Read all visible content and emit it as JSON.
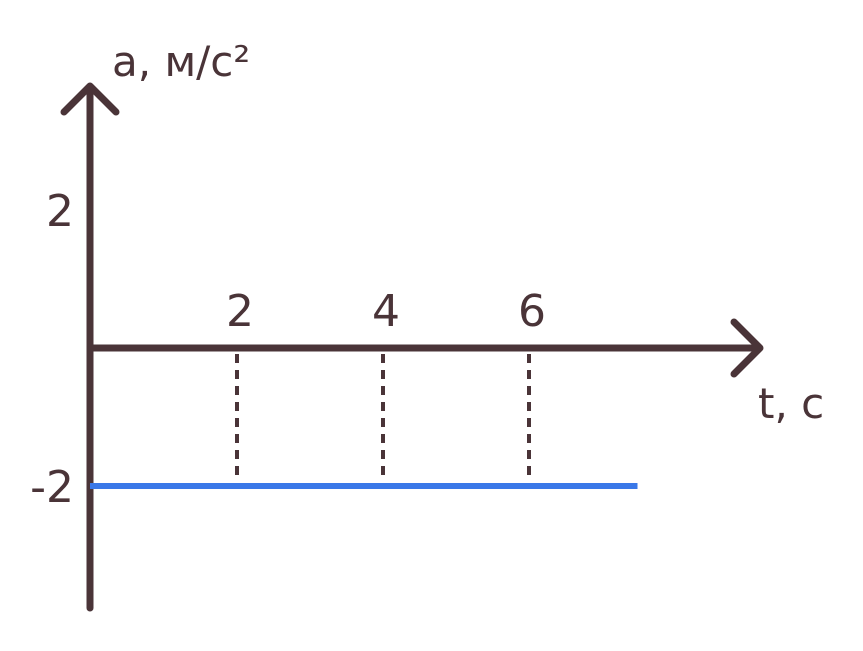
{
  "chart_data": {
    "type": "line",
    "xlabel": "t, c",
    "ylabel": "a, м/с²",
    "x_ticks": [
      "2",
      "4",
      "6"
    ],
    "y_ticks": [
      "2",
      "-2"
    ],
    "x_tick_values": [
      2,
      4,
      6
    ],
    "y_tick_values": [
      2,
      -2
    ],
    "series": [
      {
        "x": [
          0,
          7.5
        ],
        "y": [
          -2,
          -2
        ]
      }
    ],
    "grid": false,
    "colors": {
      "axis": "#4a3438",
      "series": "#3a78e8"
    }
  }
}
